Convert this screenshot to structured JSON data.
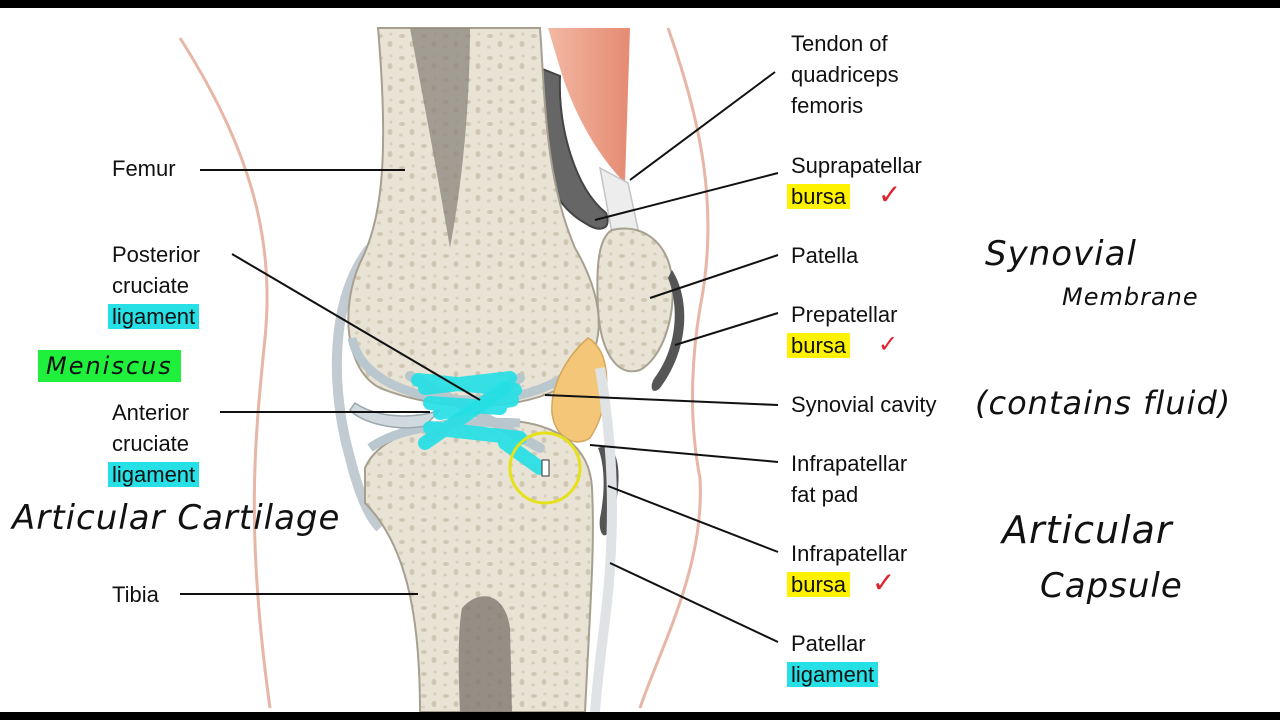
{
  "labels": {
    "tendon": [
      "Tendon of",
      "quadriceps",
      "femoris"
    ],
    "femur": "Femur",
    "suprapatellar": "Suprapatellar",
    "supra_bursa": "bursa",
    "patella": "Patella",
    "pcl": [
      "Posterior",
      "cruciate"
    ],
    "pcl_lig": "ligament",
    "prepatellar": "Prepatellar",
    "pre_bursa": "bursa",
    "synovial_cavity": "Synovial cavity",
    "acl": [
      "Anterior",
      "cruciate"
    ],
    "acl_lig": "ligament",
    "infra_fat": [
      "Infrapatellar",
      "fat pad"
    ],
    "infrapatellar": "Infrapatellar",
    "infra_bursa": "bursa",
    "tibia": "Tibia",
    "patellar": "Patellar",
    "patellar_lig": "ligament"
  },
  "annotations": {
    "meniscus": "Meniscus",
    "articular_cartilage": "Articular Cartilage",
    "synovial_membrane": [
      "Synovial",
      "Membrane"
    ],
    "contains_fluid": "(contains fluid)",
    "articular_capsule": [
      "Articular",
      "Capsule"
    ],
    "checkmark": "✓"
  },
  "colors": {
    "yellow_highlight": "#fff200",
    "cyan_highlight": "#26e0e6",
    "green_highlight": "#1ef03c",
    "check_red": "#e0202a",
    "bone": "#e9e4d6",
    "cartilage": "#c9d6dc"
  }
}
